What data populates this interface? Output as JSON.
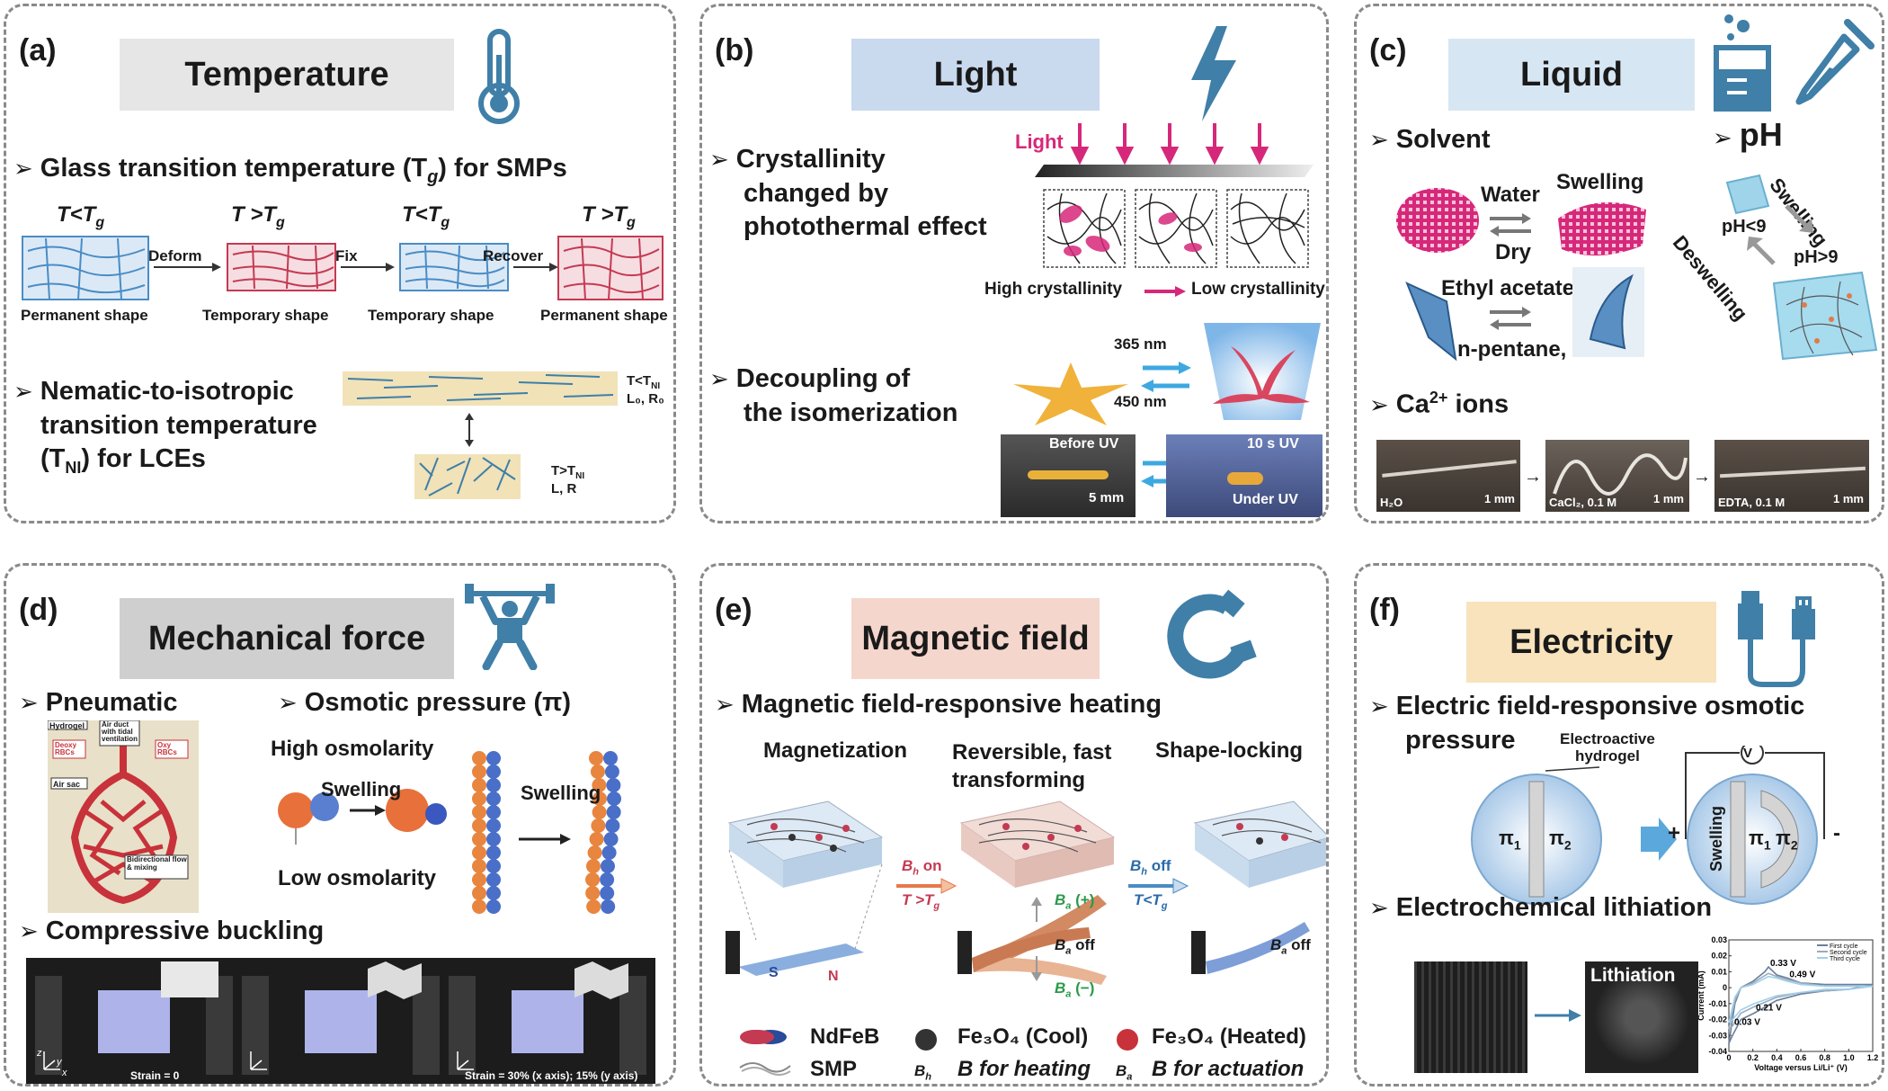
{
  "colors": {
    "accent_blue": "#3f7fa8",
    "gray_box": "#e6e6e6",
    "light_box": "#c9d9ee",
    "liquid_box": "#d7e6f3",
    "mech_box": "#cfcfcf",
    "magnet_box": "#f4d6cc",
    "elec_box": "#f8e3bd",
    "pink": "#d6287a",
    "red_shape": "#c43a52",
    "blue_shape": "#4a8cc5"
  },
  "panel_a": {
    "letter": "(a)",
    "title": "Temperature",
    "icon": "thermometer-icon",
    "bullet1": "Glass transition temperature (T",
    "bullet1_sub": "g",
    "bullet1_end": ") for SMPs",
    "temps": [
      "T<T",
      "T >T",
      "T<T",
      "T >T"
    ],
    "temp_sub": "g",
    "arrows": [
      "Deform",
      "Fix",
      "Recover"
    ],
    "shape_labels": [
      "Permanent shape",
      "Temporary shape",
      "Temporary shape",
      "Permanent shape"
    ],
    "bullet2_l1": "Nematic-to-isotropic",
    "bullet2_l2": "transition temperature",
    "bullet2_l3a": "(T",
    "bullet2_l3sub": "NI",
    "bullet2_l3b": ") for LCEs",
    "lce_top": "T<T",
    "lce_top_sub": "NI",
    "lce_top2": "L₀, R₀",
    "lce_bot": "T>T",
    "lce_bot_sub": "NI",
    "lce_bot2": "L, R"
  },
  "panel_b": {
    "letter": "(b)",
    "title": "Light",
    "icon": "lightning-icon",
    "bullet1_l1": "Crystallinity",
    "bullet1_l2": "changed by",
    "bullet1_l3": "photothermal effect",
    "light_label": "Light",
    "high_cryst": "High crystallinity",
    "low_cryst": "Low crystallinity",
    "bullet2_l1": "Decoupling of",
    "bullet2_l2": "the isomerization",
    "nm365": "365 nm",
    "nm450": "450 nm",
    "before_uv": "Before UV",
    "uv10": "10 s UV",
    "scale5": "5 mm",
    "under_uv": "Under UV"
  },
  "panel_c": {
    "letter": "(c)",
    "title": "Liquid",
    "icons": [
      "beaker-icon",
      "dropper-icon"
    ],
    "solvent": "Solvent",
    "water": "Water",
    "dry": "Dry",
    "swelling": "Swelling",
    "ethyl": "Ethyl acetate",
    "pentane": "n-pentane, IPA",
    "ph": "pH",
    "ph_lt": "pH<9",
    "ph_gt": "pH>9",
    "ph_swelling": "Swelling",
    "ph_deswelling": "Deswelling",
    "ca_a": "Ca",
    "ca_sup": "2+",
    "ca_b": " ions",
    "strip_labels": [
      "H₂O",
      "CaCl₂, 0.1 M",
      "EDTA, 0.1 M"
    ],
    "scale1mm": "1 mm"
  },
  "panel_d": {
    "letter": "(d)",
    "title": "Mechanical force",
    "icon": "weightlifter-icon",
    "pneumatic": "Pneumatic",
    "lung_labels": [
      "Hydrogel",
      "Deoxy RBCs",
      "Air duct with tidal ventilation",
      "Oxy RBCs",
      "Air sac",
      "Bidirectional flow & mixing"
    ],
    "osmotic": "Osmotic pressure (π)",
    "high_osm": "High osmolarity",
    "low_osm": "Low osmolarity",
    "swelling": "Swelling",
    "buckling": "Compressive buckling",
    "strain0": "Strain = 0",
    "strain1": "Strain = 30% (x axis); 15% (y axis)",
    "axes": [
      "z",
      "y",
      "x"
    ]
  },
  "panel_e": {
    "letter": "(e)",
    "title": "Magnetic field",
    "icon": "magnet-icon",
    "bullet": "Magnetic field-responsive heating",
    "col1": "Magnetization",
    "col2_l1": "Reversible, fast",
    "col2_l2": "transforming",
    "col3": "Shape-locking",
    "bh_on": "on",
    "t_gt": "T >T",
    "bh_off": "off",
    "t_lt": "T<T",
    "tg_sub": "g",
    "bh": "B",
    "bh_sub": "h",
    "ba_plus": "(+)",
    "ba_off": "off",
    "ba_minus": "(−)",
    "ba": "B",
    "ba_sub": "a",
    "s": "S",
    "n": "N",
    "legend": {
      "ndfeb": "NdFeB",
      "smp": "SMP",
      "fe_cool": "Fe₃O₄ (Cool)",
      "fe_heated": "Fe₃O₄ (Heated)",
      "b_heating": "B for heating",
      "b_actuation": "B for actuation"
    }
  },
  "panel_f": {
    "letter": "(f)",
    "title": "Electricity",
    "icon": "usb-cable-icon",
    "bullet1_l1": "Electric field-responsive osmotic",
    "bullet1_l2": "pressure",
    "electroactive": "Electroactive",
    "hydrogel": "hydrogel",
    "pi1": "π",
    "pi1_sub": "1",
    "pi2": "π",
    "pi2_sub": "2",
    "swelling": "Swelling",
    "volt": "V",
    "plus": "+",
    "minus": "-",
    "bullet2": "Electrochemical lithiation",
    "lithiation": "Lithiation"
  },
  "chart_data": {
    "type": "line",
    "title": "",
    "xlabel": "Voltage versus Li/Li⁺ (V)",
    "ylabel": "Current (mA)",
    "xlim": [
      0,
      1.2
    ],
    "ylim": [
      -0.04,
      0.03
    ],
    "xticks": [
      "0",
      "0.2",
      "0.4",
      "0.6",
      "0.8",
      "1.0",
      "1.2"
    ],
    "yticks": [
      "0.03",
      "0.02",
      "0.01",
      "0",
      "-0.01",
      "-0.02",
      "-0.03",
      "-0.04"
    ],
    "annotations": [
      {
        "text": "0.33 V",
        "x": 0.33,
        "y": 0.012
      },
      {
        "text": "0.49 V",
        "x": 0.49,
        "y": 0.005
      },
      {
        "text": "0.21 V",
        "x": 0.21,
        "y": -0.016
      },
      {
        "text": "0.03 V",
        "x": 0.03,
        "y": -0.025
      }
    ],
    "series": [
      {
        "name": "First cycle",
        "x": [
          0.0,
          0.05,
          0.1,
          0.2,
          0.3,
          0.33,
          0.4,
          0.49,
          0.6,
          0.8,
          1.0,
          1.2,
          1.0,
          0.8,
          0.6,
          0.4,
          0.21,
          0.1,
          0.03,
          0.0
        ],
        "y": [
          -0.035,
          -0.01,
          0.0,
          0.004,
          0.01,
          0.013,
          0.008,
          0.006,
          0.003,
          0.002,
          0.002,
          0.002,
          -0.001,
          -0.002,
          -0.004,
          -0.008,
          -0.016,
          -0.02,
          -0.03,
          -0.035
        ]
      },
      {
        "name": "Second cycle",
        "x": [
          0.0,
          0.05,
          0.1,
          0.2,
          0.33,
          0.4,
          0.49,
          0.6,
          0.8,
          1.0,
          1.2,
          1.0,
          0.8,
          0.6,
          0.4,
          0.21,
          0.1,
          0.03,
          0.0
        ],
        "y": [
          -0.026,
          -0.008,
          0.0,
          0.003,
          0.009,
          0.007,
          0.005,
          0.003,
          0.001,
          0.001,
          0.001,
          -0.001,
          -0.002,
          -0.003,
          -0.006,
          -0.012,
          -0.016,
          -0.024,
          -0.026
        ]
      },
      {
        "name": "Third cycle",
        "x": [
          0.0,
          0.05,
          0.1,
          0.2,
          0.33,
          0.4,
          0.49,
          0.6,
          0.8,
          1.0,
          1.2,
          1.0,
          0.8,
          0.6,
          0.4,
          0.21,
          0.1,
          0.03,
          0.0
        ],
        "y": [
          -0.022,
          -0.006,
          0.0,
          0.002,
          0.007,
          0.006,
          0.004,
          0.002,
          0.001,
          0.001,
          0.001,
          -0.001,
          -0.001,
          -0.003,
          -0.005,
          -0.01,
          -0.014,
          -0.02,
          -0.022
        ]
      }
    ]
  }
}
